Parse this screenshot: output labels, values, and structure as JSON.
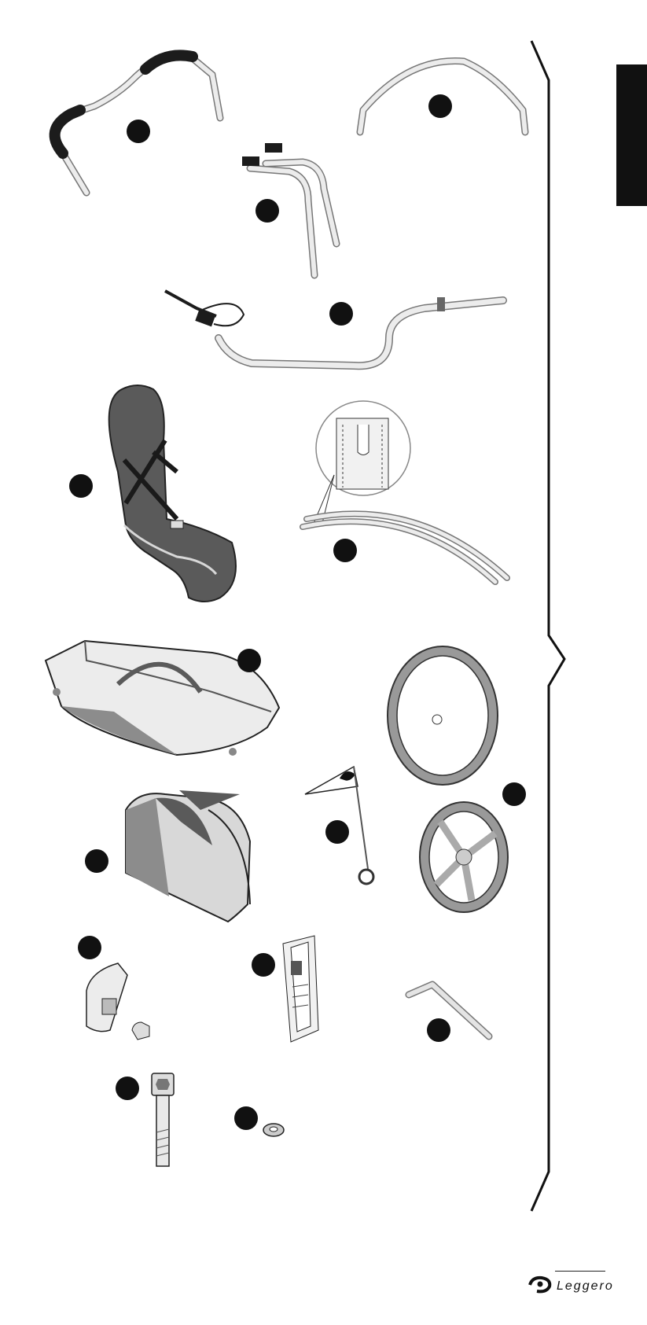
{
  "brand": {
    "name": "Leggero"
  },
  "colors": {
    "ink": "#111111",
    "dark_grip": "#1c1c1c",
    "tube_light": "#e4e4e4",
    "fabric_dark": "#5a5a5a",
    "fabric_mid": "#8c8c8c",
    "fabric_light": "#d8d8d8",
    "tab_black": "#111111"
  },
  "parts": [
    {
      "id": "push-handle",
      "icon": "push-handle-icon"
    },
    {
      "id": "front-arch",
      "icon": "arch-bar-icon"
    },
    {
      "id": "brake-bars",
      "icon": "brake-handles-icon"
    },
    {
      "id": "tow-bar",
      "icon": "tow-bar-icon"
    },
    {
      "id": "seat",
      "icon": "seat-icon"
    },
    {
      "id": "side-rails",
      "icon": "curved-rails-icon"
    },
    {
      "id": "body-tub",
      "icon": "tub-icon"
    },
    {
      "id": "rain-cover",
      "icon": "cover-icon"
    },
    {
      "id": "safety-flag",
      "icon": "flag-icon"
    },
    {
      "id": "wheels",
      "icon": "wheel-icon"
    },
    {
      "id": "hitch-coupling",
      "icon": "hitch-icon"
    },
    {
      "id": "manual-booklet",
      "icon": "booklet-icon"
    },
    {
      "id": "allen-key",
      "icon": "hex-key-icon"
    },
    {
      "id": "bolt",
      "icon": "bolt-icon"
    },
    {
      "id": "washer",
      "icon": "washer-icon"
    }
  ]
}
